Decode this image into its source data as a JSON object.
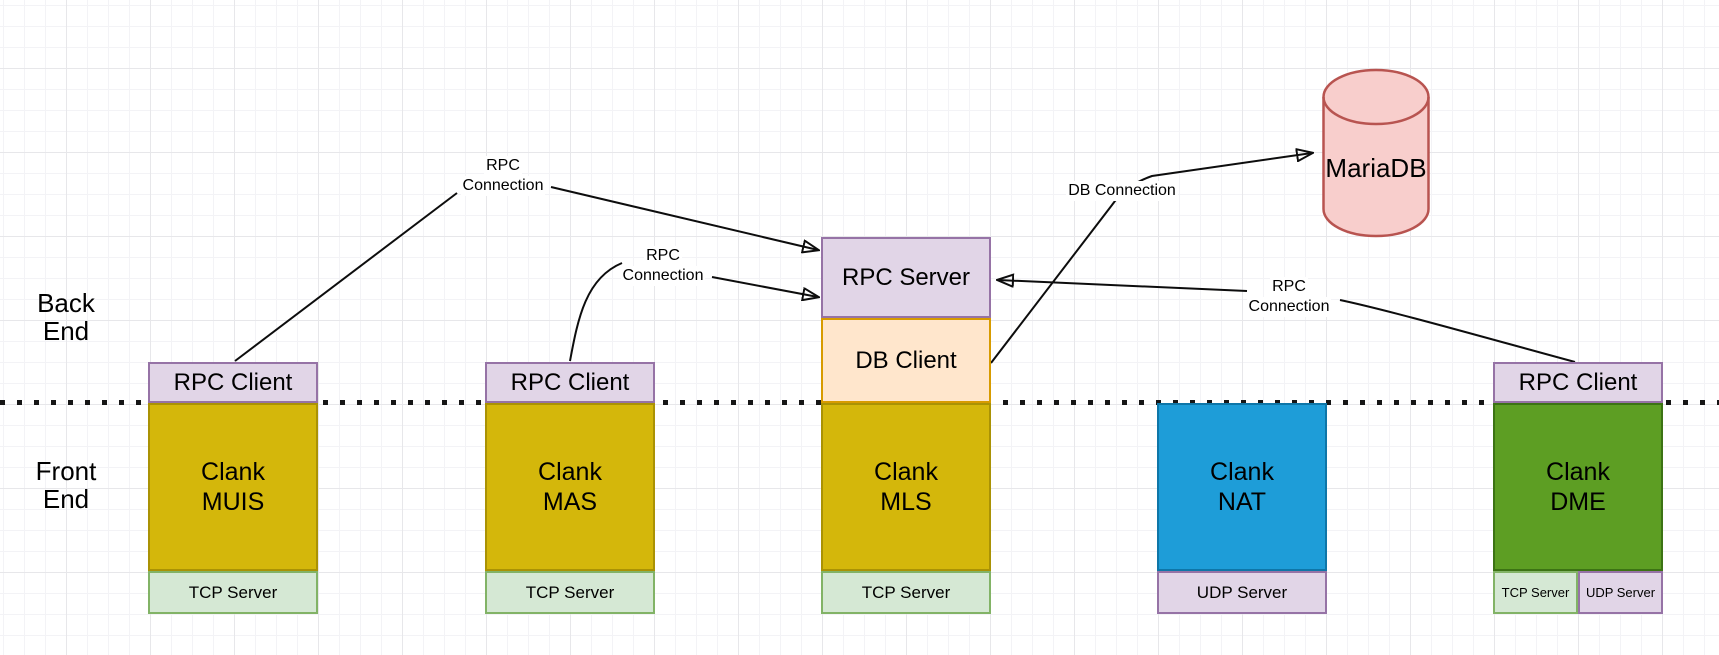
{
  "regions": {
    "back": {
      "line1": "Back",
      "line2": "End"
    },
    "front": {
      "line1": "Front",
      "line2": "End"
    }
  },
  "nodes": {
    "muis": {
      "rpc_client": "RPC Client",
      "title1": "Clank",
      "title2": "MUIS",
      "server": "TCP Server"
    },
    "mas": {
      "rpc_client": "RPC Client",
      "title1": "Clank",
      "title2": "MAS",
      "server": "TCP Server"
    },
    "mls": {
      "rpc_server": "RPC Server",
      "db_client": "DB Client",
      "title1": "Clank",
      "title2": "MLS",
      "server": "TCP Server"
    },
    "nat": {
      "title1": "Clank",
      "title2": "NAT",
      "server": "UDP Server"
    },
    "dme": {
      "rpc_client": "RPC Client",
      "title1": "Clank",
      "title2": "DME",
      "server_tcp": "TCP Server",
      "server_udp": "UDP Server"
    }
  },
  "database": {
    "label": "MariaDB"
  },
  "connections": {
    "rpc_muis_mls": {
      "line1": "RPC",
      "line2": "Connection"
    },
    "rpc_mas_mls": {
      "line1": "RPC",
      "line2": "Connection"
    },
    "rpc_dme_mls": {
      "line1": "RPC",
      "line2": "Connection"
    },
    "db_mls_mariadb": {
      "label": "DB Connection"
    }
  },
  "colors": {
    "yellow_fill": "#d4b70b",
    "yellow_stroke": "#aa9204",
    "blue_fill": "#1e9dd8",
    "blue_stroke": "#0e76a8",
    "green_fill": "#5d9e23",
    "green_stroke": "#3c7314",
    "purple_fill": "#e1d5e7",
    "purple_stroke": "#9673a6",
    "lightgreen_fill": "#d5e8d4",
    "lightgreen_stroke": "#82b366",
    "orange_fill": "#ffe6cc",
    "orange_stroke": "#d79b00",
    "pink_fill": "#f8cecc",
    "pink_stroke": "#b85450",
    "line_color": "#0d0d0d"
  }
}
